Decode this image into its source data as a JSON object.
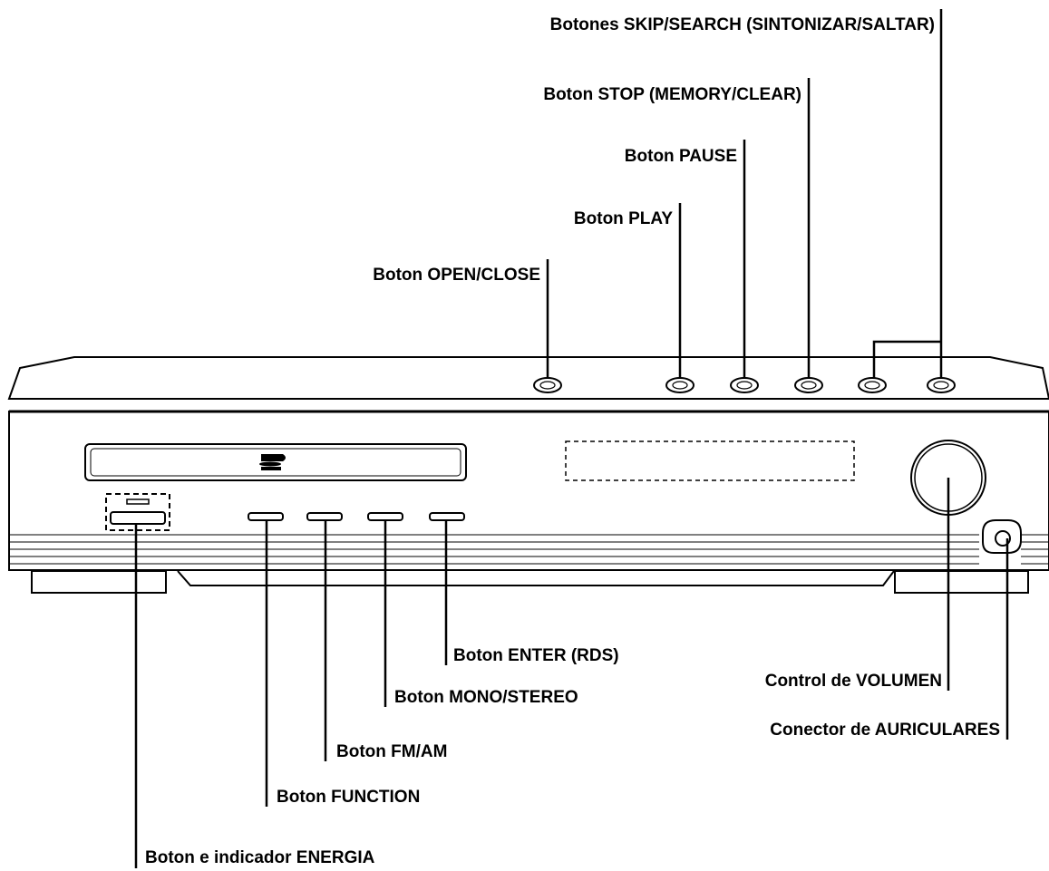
{
  "labels": {
    "skip_search": "Botones SKIP/SEARCH (SINTONIZAR/SALTAR)",
    "stop": "Boton STOP (MEMORY/CLEAR)",
    "pause": "Boton PAUSE",
    "play": "Boton PLAY",
    "open_close": "Boton OPEN/CLOSE",
    "enter_rds": "Boton ENTER (RDS)",
    "mono_stereo": "Boton MONO/STEREO",
    "fm_am": "Boton FM/AM",
    "function": "Boton FUNCTION",
    "power": "Boton e indicador ENERGIA",
    "volume": "Control de VOLUMEN",
    "headphones": "Conector de AURICULARES"
  }
}
